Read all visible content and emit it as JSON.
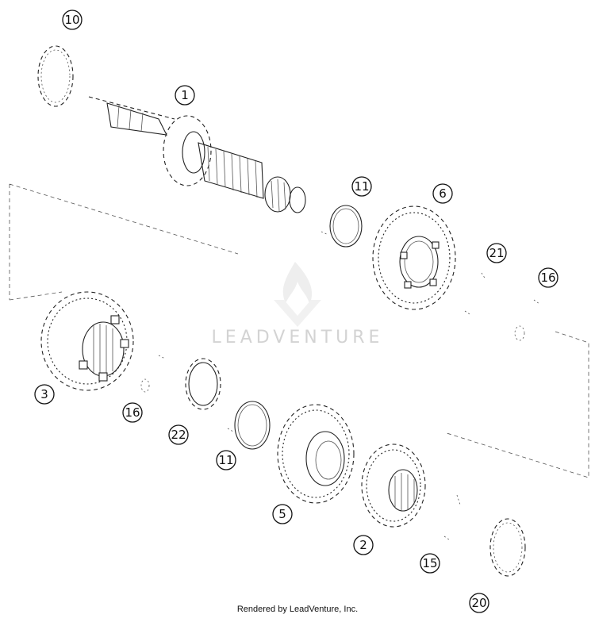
{
  "callouts": [
    {
      "id": "c10",
      "label": "10"
    },
    {
      "id": "c1",
      "label": "1"
    },
    {
      "id": "c11a",
      "label": "11"
    },
    {
      "id": "c6",
      "label": "6"
    },
    {
      "id": "c21",
      "label": "21"
    },
    {
      "id": "c16a",
      "label": "16"
    },
    {
      "id": "c3",
      "label": "3"
    },
    {
      "id": "c16b",
      "label": "16"
    },
    {
      "id": "c22",
      "label": "22"
    },
    {
      "id": "c11b",
      "label": "11"
    },
    {
      "id": "c5",
      "label": "5"
    },
    {
      "id": "c2",
      "label": "2"
    },
    {
      "id": "c15",
      "label": "15"
    },
    {
      "id": "c20",
      "label": "20"
    }
  ],
  "watermark": {
    "text": "LEADVENTURE",
    "icon": "leadventure-flame-logo-icon"
  },
  "footer": {
    "credit": "Rendered by LeadVenture, Inc."
  }
}
